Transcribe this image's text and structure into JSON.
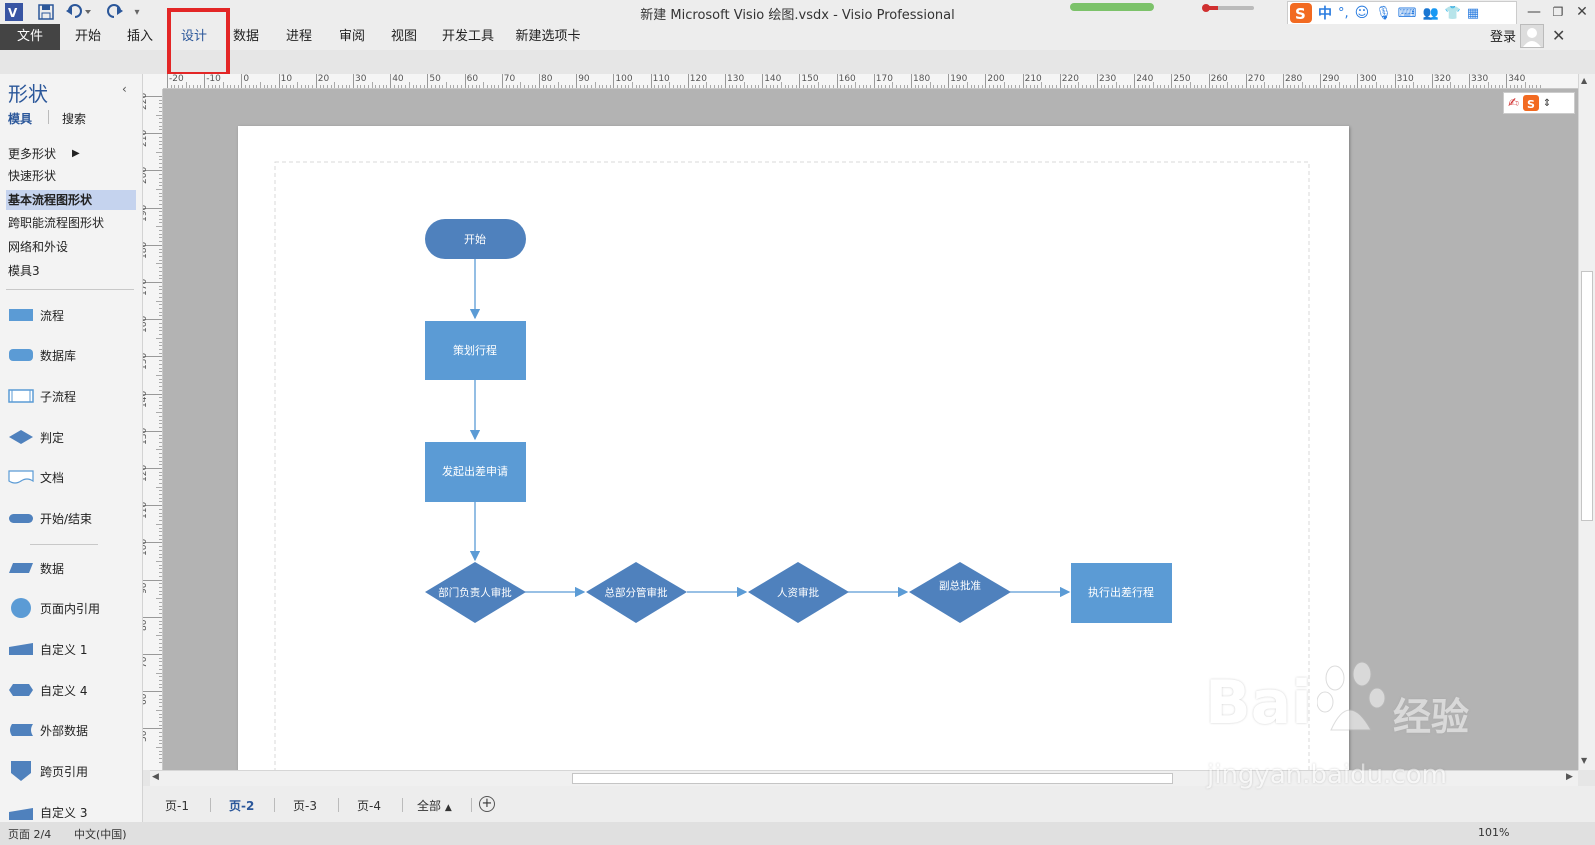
{
  "window": {
    "title": "新建 Microsoft Visio 绘图.vsdx - Visio Professional",
    "sign_in": "登录"
  },
  "ribbon": {
    "tabs": [
      {
        "label": "文件"
      },
      {
        "label": "开始"
      },
      {
        "label": "插入"
      },
      {
        "label": "设计"
      },
      {
        "label": "数据"
      },
      {
        "label": "进程"
      },
      {
        "label": "审阅"
      },
      {
        "label": "视图"
      },
      {
        "label": "开发工具"
      },
      {
        "label": "新建选项卡"
      }
    ],
    "active_tab": "设计",
    "highlight_color": "#e32626"
  },
  "ime_toolbar": {
    "mode": "中"
  },
  "shapes_pane": {
    "title": "形状",
    "nav": {
      "stencils": "模具",
      "search": "搜索"
    },
    "stencils": [
      {
        "label": "更多形状"
      },
      {
        "label": "快速形状"
      },
      {
        "label": "基本流程图形状"
      },
      {
        "label": "跨职能流程图形状"
      },
      {
        "label": "网络和外设"
      },
      {
        "label": "模具3"
      }
    ],
    "selected_stencil": "基本流程图形状",
    "shapes": [
      {
        "label": "流程",
        "icon": "process-shape-icon"
      },
      {
        "label": "数据库",
        "icon": "database-shape-icon"
      },
      {
        "label": "子流程",
        "icon": "subprocess-shape-icon"
      },
      {
        "label": "判定",
        "icon": "decision-shape-icon"
      },
      {
        "label": "文档",
        "icon": "document-shape-icon"
      },
      {
        "label": "开始/结束",
        "icon": "terminator-shape-icon"
      },
      {
        "label": "数据",
        "icon": "data-shape-icon"
      },
      {
        "label": "页面内引用",
        "icon": "on-page-reference-icon"
      },
      {
        "label": "自定义 1",
        "icon": "custom-1-shape-icon"
      },
      {
        "label": "自定义 4",
        "icon": "custom-4-shape-icon"
      },
      {
        "label": "外部数据",
        "icon": "external-data-shape-icon"
      },
      {
        "label": "跨页引用",
        "icon": "off-page-reference-icon"
      },
      {
        "label": "自定义 3",
        "icon": "custom-3-shape-icon"
      }
    ]
  },
  "rulers": {
    "horizontal_labels": [
      "-20",
      "-10",
      "0",
      "10",
      "20",
      "30",
      "40",
      "50",
      "60",
      "70",
      "80",
      "90",
      "100",
      "110",
      "120",
      "130",
      "140",
      "150",
      "160",
      "170",
      "180",
      "190",
      "200",
      "210",
      "220",
      "230",
      "240",
      "250",
      "260",
      "270",
      "280",
      "290",
      "300",
      "310",
      "320",
      "330",
      "340"
    ],
    "vertical_labels": [
      "220",
      "210",
      "200",
      "190",
      "180",
      "170",
      "160",
      "150",
      "140",
      "130",
      "120",
      "110",
      "100",
      "90",
      "80",
      "70",
      "60",
      "50"
    ]
  },
  "flowchart": {
    "fill_primary": "#4f81bd",
    "fill_process": "#5b9bd5",
    "text_color": "#ffffff",
    "nodes": {
      "start": "开始",
      "plan": "策划行程",
      "apply": "发起出差申请",
      "dept": "部门负责人审批",
      "hq": "总部分管审批",
      "hr": "人资审批",
      "vp": "副总批准",
      "exec": "执行出差行程"
    }
  },
  "page_tabs": {
    "tabs": [
      "页-1",
      "页-2",
      "页-3",
      "页-4"
    ],
    "active": "页-2",
    "all": "全部"
  },
  "status": {
    "page": "页面 2/4",
    "language": "中文(中国)",
    "zoom": "101%"
  },
  "watermark": {
    "brand": "Bai",
    "brand_suffix": "经验",
    "url": "jingyan.baidu.com"
  }
}
